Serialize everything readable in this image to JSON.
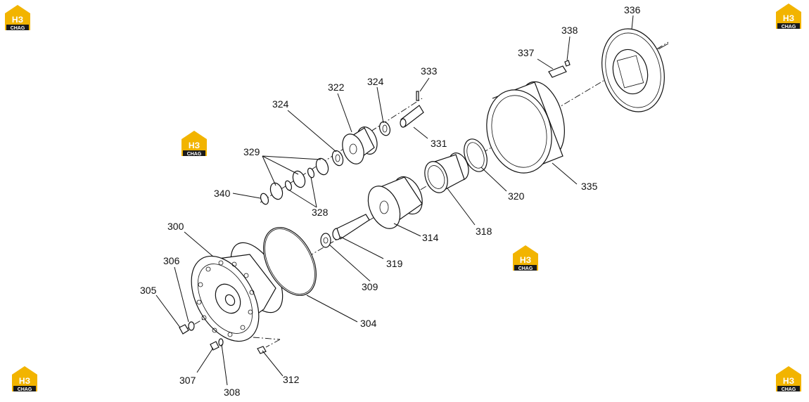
{
  "logo": {
    "top": "HЗ",
    "bottom": "CHAG"
  },
  "labels": {
    "l300": "300",
    "l304": "304",
    "l305": "305",
    "l306": "306",
    "l307": "307",
    "l308": "308",
    "l309": "309",
    "l312": "312",
    "l314": "314",
    "l318": "318",
    "l319": "319",
    "l320": "320",
    "l322": "322",
    "l324a": "324",
    "l324b": "324",
    "l328": "328",
    "l329": "329",
    "l331": "331",
    "l333": "333",
    "l335": "335",
    "l336": "336",
    "l337": "337",
    "l338": "338",
    "l340": "340"
  }
}
